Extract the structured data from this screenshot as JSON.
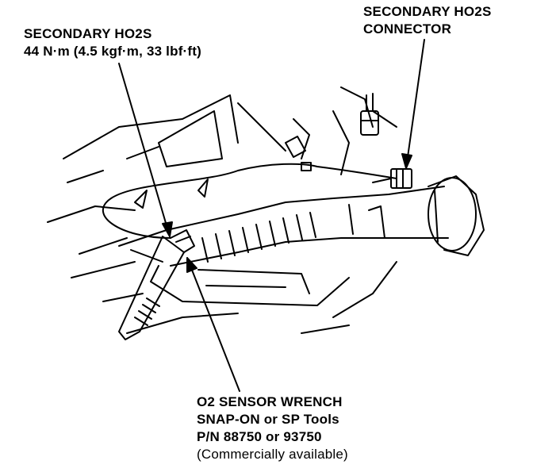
{
  "labels": {
    "secondary_ho2s": {
      "line1": "SECONDARY HO2S",
      "line2": "44 N·m (4.5 kgf·m, 33 lbf·ft)"
    },
    "connector": {
      "line1": "SECONDARY HO2S",
      "line2": "CONNECTOR"
    },
    "wrench": {
      "line1": "O2 SENSOR WRENCH",
      "line2": "SNAP-ON or SP Tools",
      "line3": "P/N 88750 or 93750",
      "line4": "(Commercially available)"
    }
  },
  "colors": {
    "ink": "#000000",
    "paper": "#ffffff"
  }
}
